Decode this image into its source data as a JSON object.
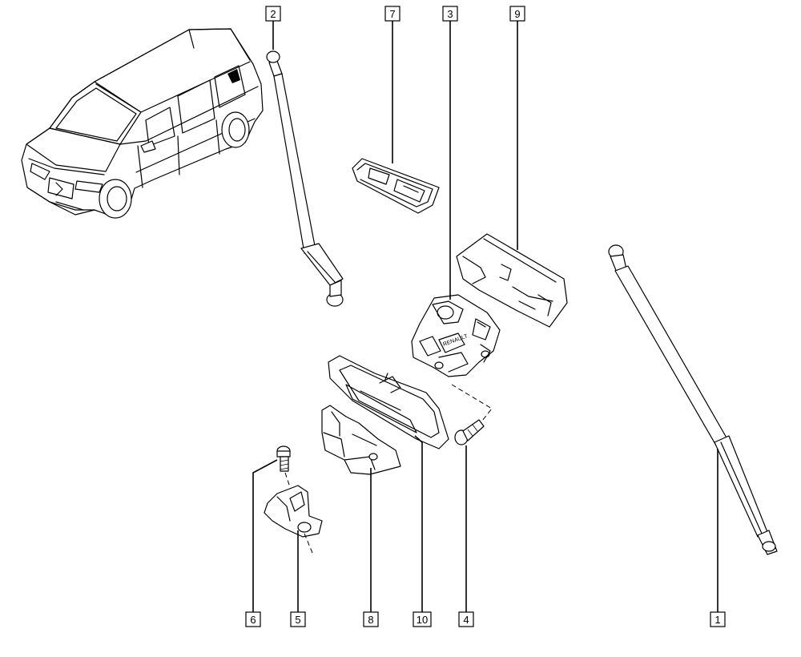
{
  "labels": [
    {
      "id": "1",
      "text": "1"
    },
    {
      "id": "2",
      "text": "2"
    },
    {
      "id": "3",
      "text": "3"
    },
    {
      "id": "4",
      "text": "4"
    },
    {
      "id": "5",
      "text": "5"
    },
    {
      "id": "6",
      "text": "6"
    },
    {
      "id": "7",
      "text": "7"
    },
    {
      "id": "8",
      "text": "8"
    },
    {
      "id": "9",
      "text": "9"
    },
    {
      "id": "10",
      "text": "10"
    }
  ],
  "emblem_text": "RENAULT"
}
